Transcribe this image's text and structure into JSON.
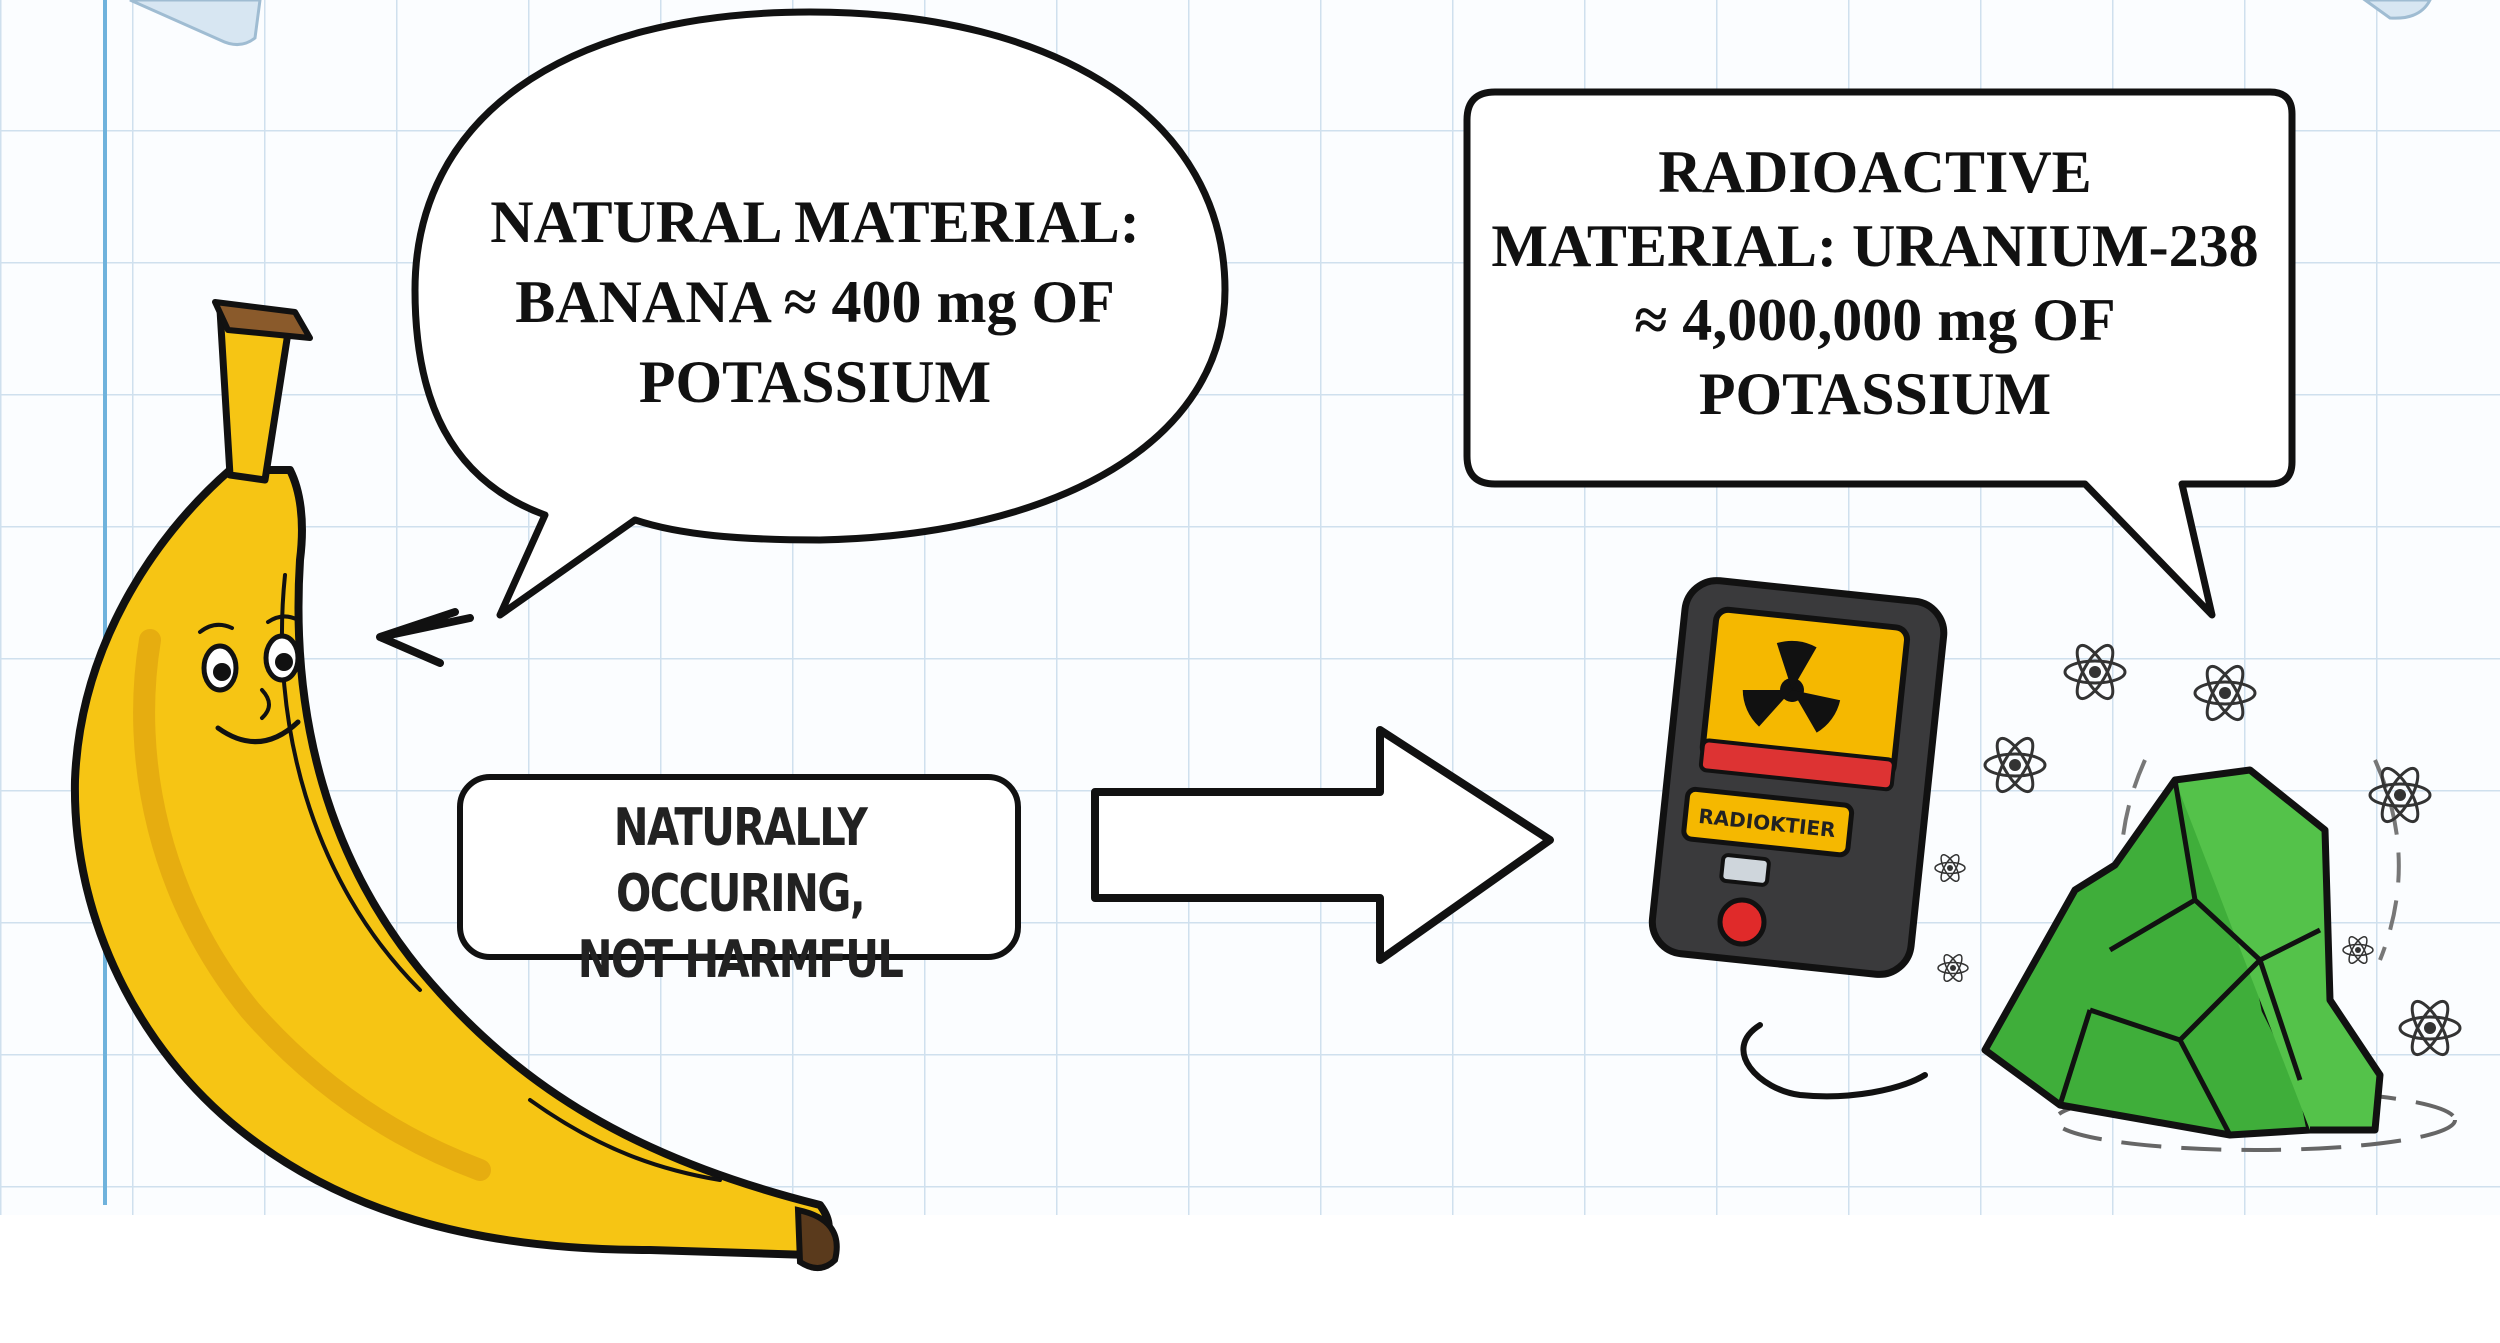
{
  "bubble_left": {
    "lines": [
      "NATURAL MATERIAL:",
      "BANANA ≈ 400 mg OF",
      "POTASSIUM"
    ]
  },
  "bubble_right": {
    "lines": [
      "RADIOACTIVE",
      "MATERIAL: URANIUM-238",
      "≈ 4,000,000 mg OF",
      "POTASSIUM"
    ]
  },
  "note_box": {
    "lines": [
      "NATURALLY OCCURING,",
      "NOT HARMFUL"
    ]
  },
  "geiger_counter": {
    "label": "RADIOKTIER"
  },
  "colors": {
    "grid_line": "#cfe0ee",
    "margin_line": "#6fb2dc",
    "banana": "#f6c514",
    "banana_shade": "#e0a20e",
    "counter_body": "#3a3a3c",
    "counter_screen": "#f5b800",
    "rock": "#3fae3a",
    "outline": "#111111"
  },
  "icons": [
    "banana-character",
    "arrow-left-icon",
    "arrow-right-icon",
    "radiation-icon",
    "atom-icon",
    "uranium-rock"
  ]
}
